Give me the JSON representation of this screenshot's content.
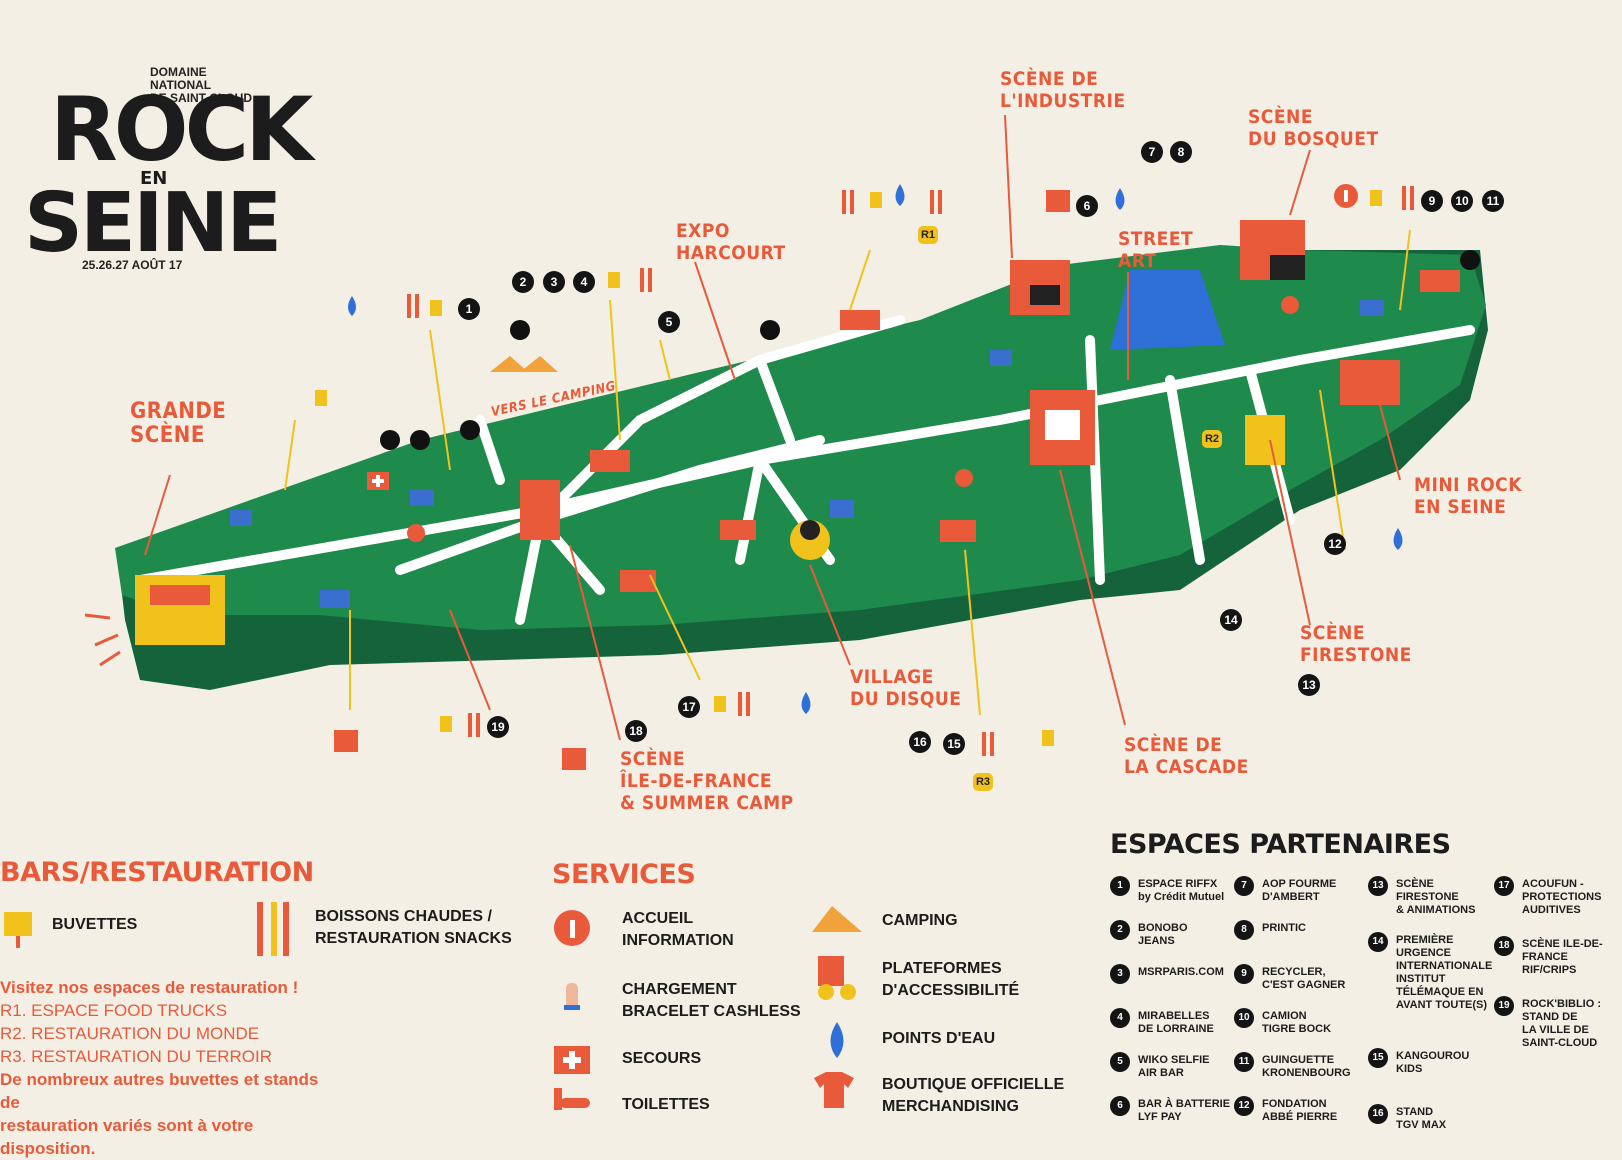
{
  "logo": {
    "subtitle_line1": "DOMAINE NATIONAL",
    "subtitle_line2": "DE SAINT-CLOUD",
    "word1": "ROCK",
    "word_en": "EN",
    "word2": "SEINE",
    "dates": "25.26.27 AOÛT 17"
  },
  "colors": {
    "background": "#f4efe4",
    "park_green": "#1e8a4c",
    "accent_orange": "#e85a3a",
    "yellow": "#f2c21c",
    "path": "#ffffff"
  },
  "map_labels": {
    "grande_scene_1": "GRANDE",
    "grande_scene_2": "SCÈNE",
    "expo_1": "EXPO",
    "expo_2": "HARCOURT",
    "industrie_1": "SCÈNE DE",
    "industrie_2": "L'INDUSTRIE",
    "bosquet_1": "SCÈNE",
    "bosquet_2": "DU BOSQUET",
    "street_art_1": "STREET",
    "street_art_2": "ART",
    "mini_rock_1": "MINI ROCK",
    "mini_rock_2": "EN SEINE",
    "firestone_1": "SCÈNE",
    "firestone_2": "FIRESTONE",
    "cascade_1": "SCÈNE DE",
    "cascade_2": "LA CASCADE",
    "village_1": "VILLAGE",
    "village_2": "DU DISQUE",
    "idf_1": "SCÈNE",
    "idf_2": "ÎLE-DE-FRANCE",
    "idf_3": "& SUMMER CAMP",
    "camping": "VERS LE CAMPING"
  },
  "markers": [
    "1",
    "2",
    "3",
    "4",
    "5",
    "6",
    "7",
    "8",
    "9",
    "10",
    "11",
    "12",
    "13",
    "14",
    "15",
    "16",
    "17",
    "18",
    "19"
  ],
  "resto_tags": [
    "R1",
    "R2",
    "R3"
  ],
  "bars": {
    "title": "BARS/RESTAURATION",
    "buvettes": "BUVETTES",
    "boissons_1": "BOISSONS CHAUDES /",
    "boissons_2": "RESTAURATION SNACKS",
    "visit": "Visitez nos espaces de restauration !",
    "r1": "R1. ESPACE FOOD TRUCKS",
    "r2": "R2. RESTAURATION DU MONDE",
    "r3": "R3. RESTAURATION DU TERROIR",
    "note_1": "De nombreux autres buvettes et stands de",
    "note_2": "restauration variés sont à votre disposition."
  },
  "services": {
    "title": "SERVICES",
    "accueil_1": "ACCUEIL",
    "accueil_2": "INFORMATION",
    "chargement_1": "CHARGEMENT",
    "chargement_2": "BRACELET CASHLESS",
    "secours": "SECOURS",
    "toilettes": "TOILETTES",
    "camping": "CAMPING",
    "plateformes_1": "PLATEFORMES",
    "plateformes_2": "D'ACCESSIBILITÉ",
    "points_eau": "POINTS D'EAU",
    "boutique_1": "BOUTIQUE OFFICIELLE",
    "boutique_2": "MERCHANDISING"
  },
  "partners": {
    "title": "ESPACES PARTENAIRES",
    "items": [
      {
        "n": "1",
        "l1": "ESPACE RIFFX",
        "l2": "by Crédit Mutuel"
      },
      {
        "n": "2",
        "l1": "BONOBO",
        "l2": "JEANS"
      },
      {
        "n": "3",
        "l1": "MSRPARIS.COM",
        "l2": ""
      },
      {
        "n": "4",
        "l1": "MIRABELLES",
        "l2": "DE LORRAINE"
      },
      {
        "n": "5",
        "l1": "WIKO SELFIE",
        "l2": "AIR BAR"
      },
      {
        "n": "6",
        "l1": "BAR À BATTERIE",
        "l2": "LYF PAY"
      },
      {
        "n": "7",
        "l1": "AOP FOURME",
        "l2": "D'AMBERT"
      },
      {
        "n": "8",
        "l1": "PRINTIC",
        "l2": ""
      },
      {
        "n": "9",
        "l1": "RECYCLER,",
        "l2": "C'EST GAGNER"
      },
      {
        "n": "10",
        "l1": "CAMION",
        "l2": "TIGRE BOCK"
      },
      {
        "n": "11",
        "l1": "GUINGUETTE",
        "l2": "KRONENBOURG"
      },
      {
        "n": "12",
        "l1": "FONDATION",
        "l2": "ABBÉ PIERRE"
      },
      {
        "n": "13",
        "l1": "SCÈNE FIRESTONE",
        "l2": "& ANIMATIONS"
      },
      {
        "n": "14",
        "l1": "PREMIÈRE URGENCE",
        "l2": "INTERNATIONALE INSTITUT TÉLÉMAQUE EN AVANT TOUTE(S)"
      },
      {
        "n": "15",
        "l1": "KANGOUROU",
        "l2": "KIDS"
      },
      {
        "n": "16",
        "l1": "STAND",
        "l2": "TGV MAX"
      },
      {
        "n": "17",
        "l1": "ACOUFUN - PROTECTIONS",
        "l2": "AUDITIVES"
      },
      {
        "n": "18",
        "l1": "SCÈNE ILE-DE-FRANCE",
        "l2": "RIF/CRIPS"
      },
      {
        "n": "19",
        "l1": "ROCK'BIBLIO : STAND DE",
        "l2": "LA VILLE DE SAINT-CLOUD"
      }
    ]
  }
}
